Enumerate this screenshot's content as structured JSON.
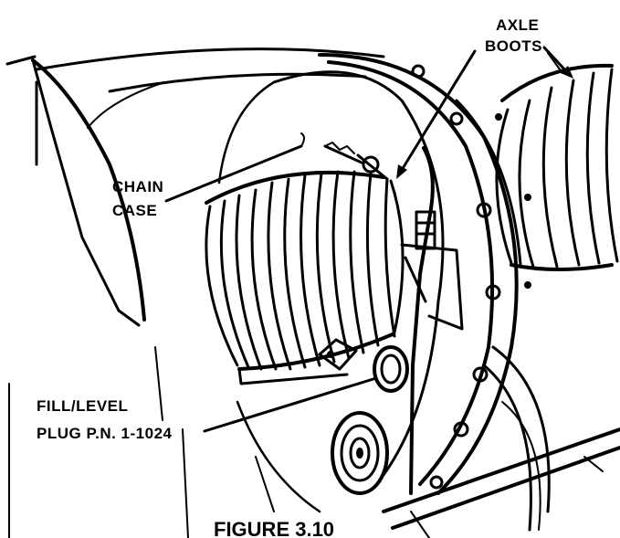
{
  "labels": {
    "axle_boots_line1": "AXLE",
    "axle_boots_line2": "BOOTS",
    "chain_case_line1": "CHAIN",
    "chain_case_line2": "CASE",
    "fill_plug_line1": "FILL/LEVEL",
    "fill_plug_line2": "PLUG P.N. 1-1024"
  },
  "caption": "FIGURE 3.10",
  "colors": {
    "ink": "#000000",
    "paper": "#ffffff"
  }
}
